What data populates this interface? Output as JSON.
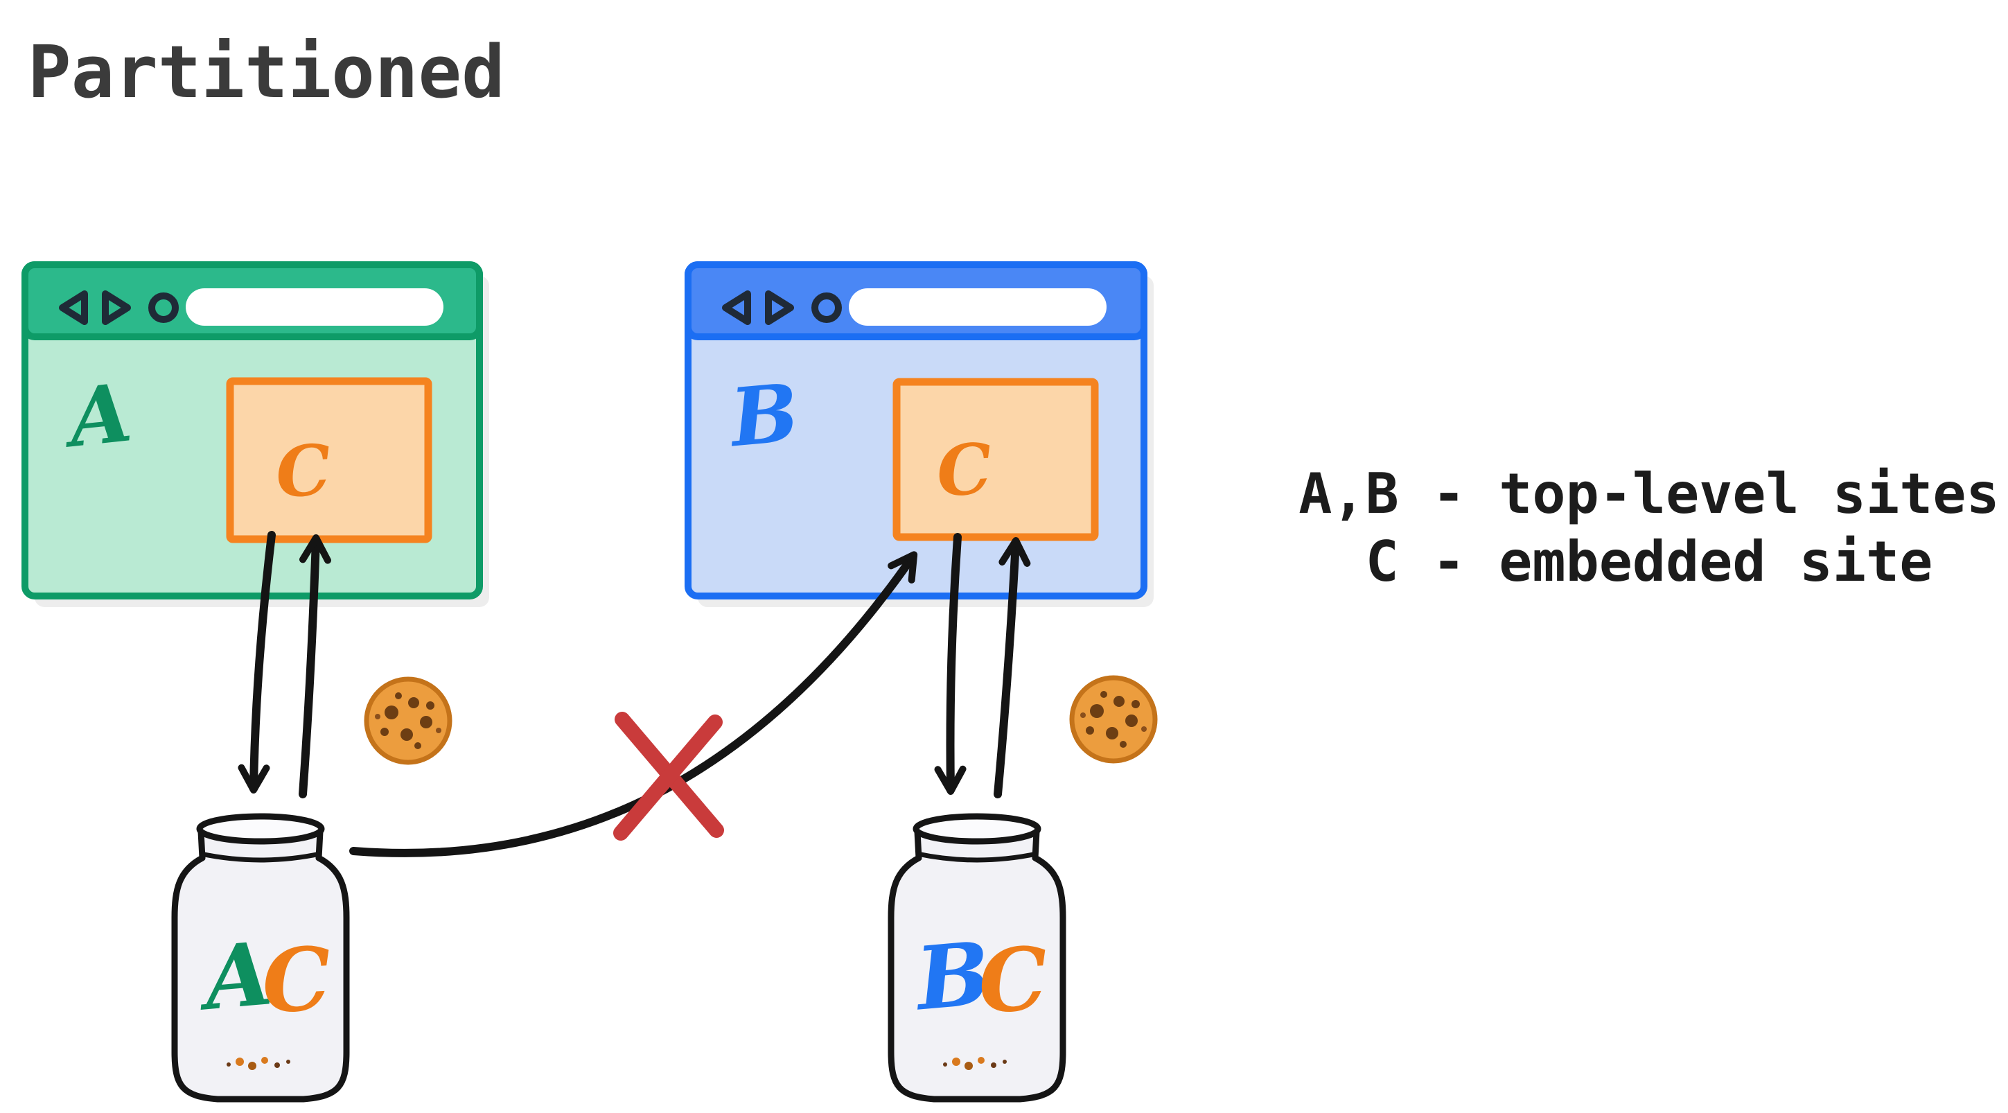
{
  "page": {
    "title": "Partitioned"
  },
  "legend": {
    "line1": "A,B - top-level sites",
    "line2": "C - embedded site"
  },
  "browser_a": {
    "site_label": "A",
    "iframe_label": "C"
  },
  "browser_b": {
    "site_label": "B",
    "iframe_label": "C"
  },
  "jar_ac": {
    "letter_top": "A",
    "letter_embedded": "C"
  },
  "jar_bc": {
    "letter_top": "B",
    "letter_embedded": "C"
  },
  "icons": {
    "back": "left-triangle",
    "forward": "right-triangle",
    "reload": "circle-arrow",
    "cookie": "chocolate-chip-cookie",
    "blocked": "red-x"
  },
  "colors": {
    "title_text": "#3b3b3b",
    "legend_text": "#1c1c1c",
    "site_a_green_border": "#0e9b67",
    "site_a_green_fill": "#b9ead3",
    "site_a_toolbar": "#2cb98b",
    "site_b_blue_border": "#1b6ef3",
    "site_b_blue_fill": "#c9daf8",
    "site_b_toolbar": "#4a87f5",
    "site_c_orange_border": "#f5831f",
    "site_c_orange_fill": "#fcd6a9",
    "arrow_black": "#141414",
    "blocked_x_red": "#c93b3b",
    "jar_fill": "#f2f2f6",
    "cookie_base": "#ec9d3e",
    "cookie_chip": "#6d3e13"
  }
}
